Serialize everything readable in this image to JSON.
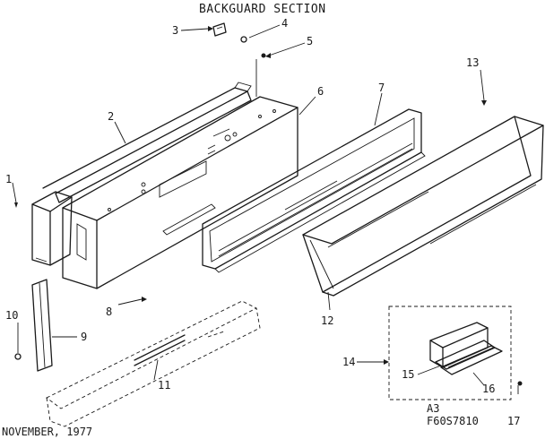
{
  "title": "BACKGUARD SECTION",
  "callouts": [
    "1",
    "2",
    "3",
    "4",
    "5",
    "6",
    "7",
    "8",
    "9",
    "10",
    "11",
    "12",
    "13",
    "14",
    "15",
    "16",
    "17"
  ],
  "inset_code": "A3",
  "drawing_number": "F60S7810",
  "date": "NOVEMBER, 1977"
}
